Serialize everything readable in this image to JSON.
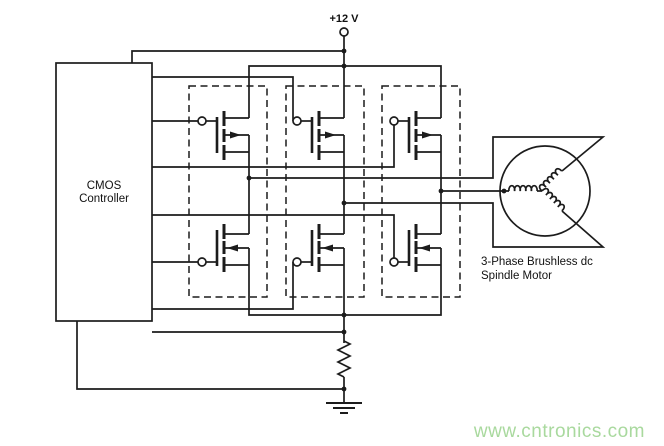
{
  "diagram": {
    "supply_label": "+12 V",
    "controller_label_line1": "CMOS",
    "controller_label_line2": "Controller",
    "motor_label_line1": "3-Phase Brushless dc",
    "motor_label_line2": "Spindle Motor"
  },
  "watermark": {
    "text": "www.cntronics.com",
    "color": "#a9d99e"
  },
  "colors": {
    "background": "#ffffff",
    "line": "#1c1c1c",
    "watermark_green": "#a9d99e"
  }
}
